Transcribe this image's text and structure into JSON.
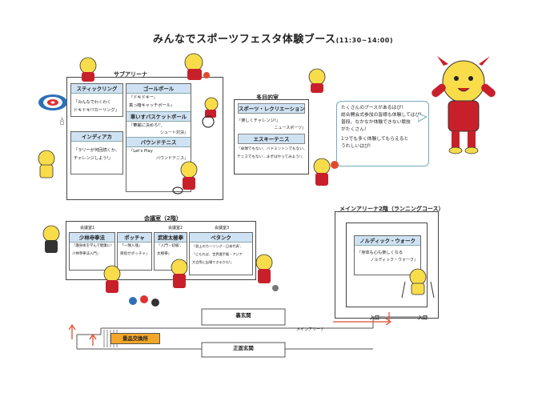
{
  "title": {
    "main": "みんなでスポーツフェスタ体験ブース",
    "time": "(11:30~14:00)"
  },
  "sub_arena": {
    "label": "サブアリーナ",
    "entrance_left": "入口",
    "booths": {
      "sticky_ring": {
        "name": "スティックリング",
        "line1": "「みんなでわくわく",
        "line2": "ドキドキ!?カーリング」"
      },
      "indiaca": {
        "name": "インディアカ",
        "line1": "「ラリーが何回続くか、",
        "line2": "チャレンジしよう!」"
      },
      "goalball": {
        "name": "ゴールボール",
        "line1": "『ドキドキー。",
        "line2": "真っ暗キャッチボール』"
      },
      "wheelchair_bb": {
        "name": "車いすバスケットボール",
        "line1": "『華麗に決めろ!', ",
        "line2": "シュート対決』"
      },
      "bound_tennis": {
        "name": "バウンドテニス",
        "line1": "『Let's Play",
        "line2": "バウンドテニス』"
      }
    }
  },
  "multipurpose": {
    "label": "多目的室",
    "booths": {
      "sports_rec": {
        "name": "スポーツ・レクリエーション",
        "line1": "『楽しくチャレンジ!』",
        "line2": "ニュースポーツ』"
      },
      "eskie_tennis": {
        "name": "エスキーテニス",
        "line1": "『卓球でもない、バドミントンでもない、",
        "line2": "テニスでもない…まずはやってみよう!』"
      }
    }
  },
  "speech": {
    "line1": "たくさんのブースがあるはぴ!",
    "line2": "総合開会式参加の皆様も体験してはぴ!",
    "line3": "普段、なかなか体験できない競技",
    "line4": "がたくさん!",
    "line5": "1つでも多く体験してもらえると",
    "line6": "うれしいはぴ!"
  },
  "meeting": {
    "label": "会議室（2階）",
    "room1": "会議室1",
    "room2": "会議室2",
    "room3": "会議室3",
    "booths": {
      "shorinji": {
        "name": "少林寺拳法",
        "line1": "「護身術を学んで健康に!",
        "line2": "少林寺拳法入門」"
      },
      "boccia": {
        "name": "ボッチャ",
        "line1": "「一球入魂」",
        "line2": "目指せボッチャ」"
      },
      "shogi": {
        "name": "武術太極拳",
        "line1": "『入門・初級', ",
        "line2": "太極拳』"
      },
      "petanque": {
        "name": "ペタンク",
        "line1": "『鉄上のカーリング・日本代表', ",
        "line2": "「にもれば、世界選手権・アジア",
        "line3": "大会等に出場できるかも!」"
      }
    }
  },
  "main_arena": {
    "label": "メインアリーナ2階（ランニングコース）",
    "booth": {
      "name": "ノルディック・ウォーク",
      "line1": "『身体も心も楽しくなる",
      "line2": "ノルディック・ウォーク』"
    },
    "entrance1": "入口",
    "entrance2": "入口"
  },
  "floor": {
    "back_entrance": "裏玄関",
    "front_entrance": "正面玄関",
    "exchange": "景品交換所",
    "main_arena_label": "メインアリーナ"
  },
  "colors": {
    "booth_header": "#cfe2f3",
    "mascot_body": "#f9dc4a",
    "mascot_jacket": "#c8202b",
    "exchange": "#f4a62a",
    "arrow": "#e04a2a"
  }
}
